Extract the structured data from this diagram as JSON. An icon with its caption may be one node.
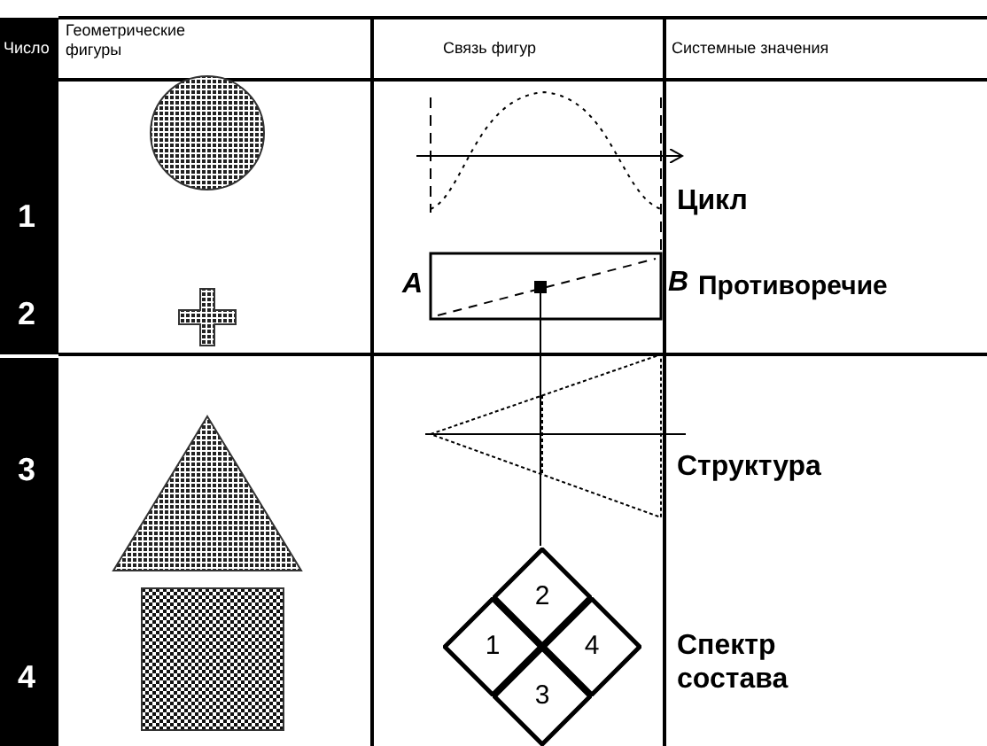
{
  "diagram": {
    "nodes": [
      {
        "text": [
          "2"
        ]
      },
      {
        "text": [
          "1"
        ]
      },
      {
        "text": [
          "4"
        ]
      },
      {
        "text": [
          "3"
        ]
      }
    ],
    "labels": [
      "Число",
      "Геометрические фигуры",
      "Связь фигур",
      "Системные значения",
      "1",
      "Цикл",
      "A",
      "B",
      "2",
      "Противоречие",
      "3",
      "Структура",
      "4",
      "Спектр состава"
    ]
  }
}
